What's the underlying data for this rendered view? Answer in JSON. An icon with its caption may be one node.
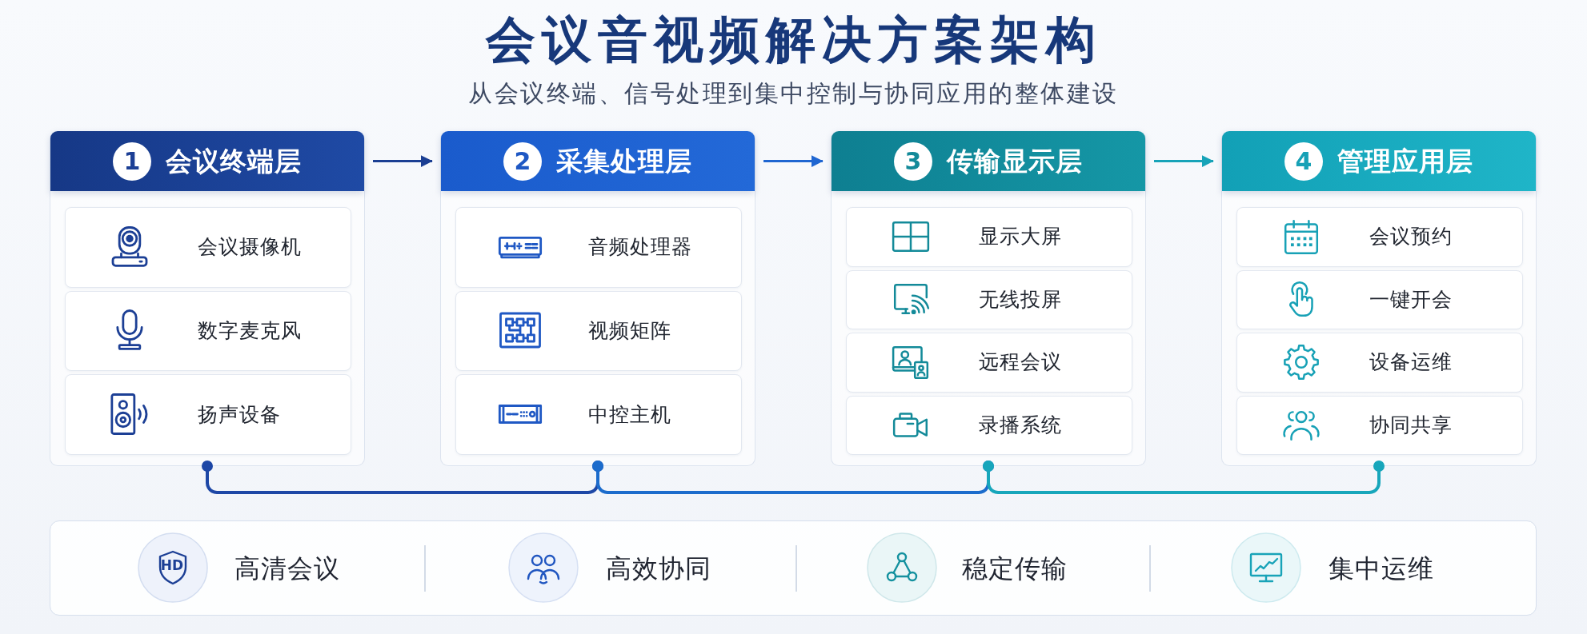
{
  "diagram": {
    "title": "会议音视频解决方案架构",
    "nodes": [
      {
        "text": [
          "1",
          "会议终端层"
        ]
      },
      {
        "text": [
          "会议摄像机"
        ],
        "in": 0
      },
      {
        "text": [
          "数字麦克风"
        ],
        "in": 0
      },
      {
        "text": [
          "扬声设备"
        ],
        "in": 0
      },
      {
        "text": [
          "2",
          "采集处理层"
        ]
      },
      {
        "text": [
          "音频处理器"
        ],
        "in": 4
      },
      {
        "text": [
          "视频矩阵"
        ],
        "in": 4
      },
      {
        "text": [
          "中控主机"
        ],
        "in": 4
      },
      {
        "text": [
          "3",
          "传输显示层"
        ]
      },
      {
        "text": [
          "显示大屏"
        ],
        "in": 8
      },
      {
        "text": [
          "无线投屏"
        ],
        "in": 8
      },
      {
        "text": [
          "远程会议"
        ],
        "in": 8
      },
      {
        "text": [
          "录播系统"
        ],
        "in": 8
      },
      {
        "text": [
          "4",
          "管理应用层"
        ]
      },
      {
        "text": [
          "会议预约"
        ],
        "in": 13
      },
      {
        "text": [
          "一键开会"
        ],
        "in": 13
      },
      {
        "text": [
          "设备运维"
        ],
        "in": 13
      },
      {
        "text": [
          "协同共享"
        ],
        "in": 13
      },
      {
        "text": [
          "高清会议",
          "高效协同",
          "稳定传输",
          "集中运维"
        ]
      }
    ],
    "edges": [
      {
        "from": 0,
        "to": 4,
        "arrow": "to",
        "color": "#1b3f93"
      },
      {
        "from": 4,
        "to": 8,
        "arrow": "to",
        "color": "#1f66d1"
      },
      {
        "from": 8,
        "to": 13,
        "arrow": "to",
        "color": "#17a3b8"
      },
      {
        "from": 0,
        "to": 4,
        "arrow": "other",
        "color": "#1d47a6"
      },
      {
        "from": 4,
        "to": 8,
        "arrow": "other",
        "color": "#1c6ccc"
      },
      {
        "from": 8,
        "to": 13,
        "arrow": "other",
        "color": "#17a6bb"
      }
    ],
    "labels": [
      "从会议终端、信号处理到集中控制与协同应用的整体建设",
      "HD"
    ]
  }
}
